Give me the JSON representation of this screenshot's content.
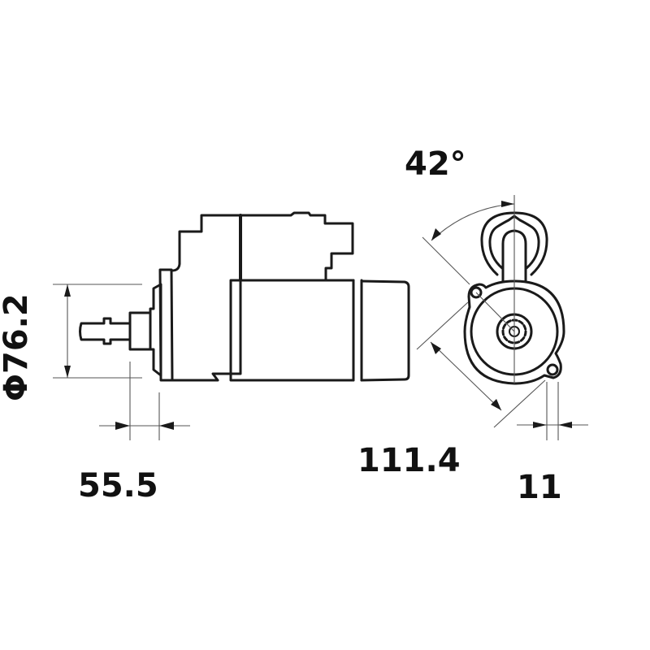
{
  "diagram": {
    "title": "Starter motor dimensional drawing",
    "views": [
      "side-view",
      "front-view"
    ],
    "colors": {
      "line": "#1a1a1a",
      "dimension_line": "#555555",
      "background": "#ffffff"
    }
  },
  "dimensions": {
    "diameter": {
      "label": "Φ76.2",
      "value": 76.2,
      "unit": "mm",
      "type": "diameter"
    },
    "shaft_offset": {
      "label": "55.5",
      "value": 55.5,
      "unit": "mm",
      "type": "linear"
    },
    "angle": {
      "label": "42°",
      "value": 42,
      "unit": "deg",
      "type": "angular"
    },
    "mount_distance": {
      "label": "111.4",
      "value": 111.4,
      "unit": "mm",
      "type": "linear"
    },
    "hole_width": {
      "label": "11",
      "value": 11,
      "unit": "mm",
      "type": "linear"
    }
  }
}
